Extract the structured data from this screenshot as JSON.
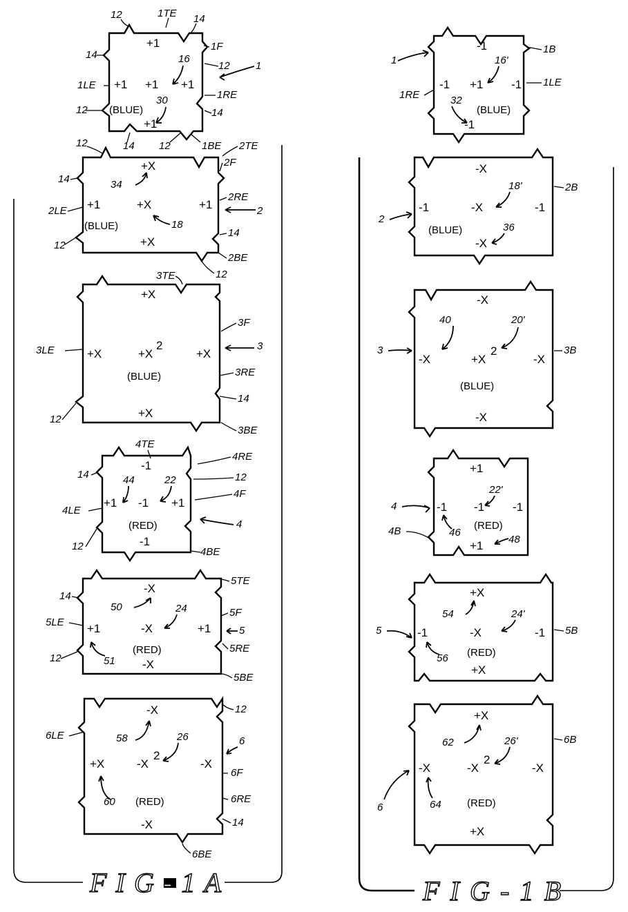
{
  "figures": {
    "fig_1a": "FIG-1A",
    "fig_1b": "FIG-1B"
  },
  "colors": {
    "stroke": "#000000",
    "background": "#ffffff"
  },
  "fig1a": {
    "tile1": {
      "top": "+1",
      "left": "+1",
      "center": "+1",
      "right": "+1",
      "color": "(BLUE)",
      "bottom": "+1",
      "refs": {
        "r12a": "12",
        "r1te": "1TE",
        "r14a": "14",
        "r14b": "14",
        "r1f": "1F",
        "r12b": "12",
        "r1le": "1LE",
        "r16": "16",
        "r1": "1",
        "r1re": "1RE",
        "r12c": "12",
        "r30": "30",
        "r14c": "14",
        "r14d": "14",
        "r12d": "12",
        "r1be": "1BE"
      }
    },
    "tile2": {
      "top": "+X",
      "left": "+1",
      "center": "+X",
      "right": "+1",
      "color": "(BLUE)",
      "bottom": "+X",
      "refs": {
        "r12a": "12",
        "r2te": "2TE",
        "r14a": "14",
        "r34": "34",
        "r2f": "2F",
        "r2le": "2LE",
        "r2re": "2RE",
        "r2": "2",
        "r18": "18",
        "r12b": "12",
        "r14b": "14",
        "r2be": "2BE",
        "r12c": "12"
      }
    },
    "tile3": {
      "top": "+X",
      "left": "+X",
      "center": "+X",
      "center_sup": "2",
      "right": "+X",
      "color": "(BLUE)",
      "bottom": "+X",
      "refs": {
        "r3te": "3TE",
        "r3f": "3F",
        "r3le": "3LE",
        "r3": "3",
        "r3re": "3RE",
        "r14": "14",
        "r12": "12",
        "r3be": "3BE"
      }
    },
    "tile4": {
      "top": "-1",
      "left": "+1",
      "center": "-1",
      "right": "+1",
      "color": "(RED)",
      "bottom": "-1",
      "refs": {
        "r4te": "4TE",
        "r4re": "4RE",
        "r14": "14",
        "r44": "44",
        "r22": "22",
        "r12a": "12",
        "r4f": "4F",
        "r4le": "4LE",
        "r4": "4",
        "r12b": "12",
        "r4be": "4BE"
      }
    },
    "tile5": {
      "top": "-X",
      "left": "+1",
      "center": "-X",
      "right": "+1",
      "color": "(RED)",
      "bottom": "-X",
      "refs": {
        "r5te": "5TE",
        "r14": "14",
        "r50": "50",
        "r24": "24",
        "r5f": "5F",
        "r5le": "5LE",
        "r5": "5",
        "r5re": "5RE",
        "r12": "12",
        "r51": "51",
        "r5be": "5BE"
      }
    },
    "tile6": {
      "top": "-X",
      "left": "+X",
      "center": "-X",
      "center_sup": "2",
      "right": "-X",
      "color": "(RED)",
      "bottom": "-X",
      "refs": {
        "r12": "12",
        "r58": "58",
        "r26": "26",
        "r6le": "6LE",
        "r6": "6",
        "r6f": "6F",
        "r60": "60",
        "r6re": "6RE",
        "r14": "14",
        "r6be": "6BE"
      }
    }
  },
  "fig1b": {
    "tile1": {
      "top": "-1",
      "left": "-1",
      "center": "+1",
      "right": "-1",
      "color": "(BLUE)",
      "bottom": "-1",
      "refs": {
        "r1": "1",
        "r1b": "1B",
        "r16p": "16'",
        "r1re": "1RE",
        "r1le": "1LE",
        "r32": "32"
      }
    },
    "tile2": {
      "top": "-X",
      "left": "-1",
      "center": "-X",
      "right": "-1",
      "color": "(BLUE)",
      "bottom": "-X",
      "refs": {
        "r2b": "2B",
        "r18p": "18'",
        "r2": "2",
        "r36": "36"
      }
    },
    "tile3": {
      "top": "-X",
      "left": "-X",
      "center": "+X",
      "center_sup": "2",
      "right": "-X",
      "color": "(BLUE)",
      "bottom": "-X",
      "refs": {
        "r40": "40",
        "r20p": "20'",
        "r3": "3",
        "r3b": "3B"
      }
    },
    "tile4": {
      "top": "+1",
      "left": "-1",
      "center": "-1",
      "right": "-1",
      "color": "(RED)",
      "bottom": "+1",
      "refs": {
        "r22p": "22'",
        "r4": "4",
        "r4b": "4B",
        "r46": "46",
        "r48": "48"
      }
    },
    "tile5": {
      "top": "+X",
      "left": "-1",
      "center": "-X",
      "right": "-1",
      "color": "(RED)",
      "bottom": "+X",
      "refs": {
        "r54": "54",
        "r24p": "24'",
        "r5": "5",
        "r5b": "5B",
        "r56": "56"
      }
    },
    "tile6": {
      "top": "+X",
      "left": "-X",
      "center": "-X",
      "center_sup": "2",
      "right": "-X",
      "color": "(RED)",
      "bottom": "+X",
      "refs": {
        "r62": "62",
        "r26p": "26'",
        "r6b": "6B",
        "r6": "6",
        "r64": "64"
      }
    }
  }
}
